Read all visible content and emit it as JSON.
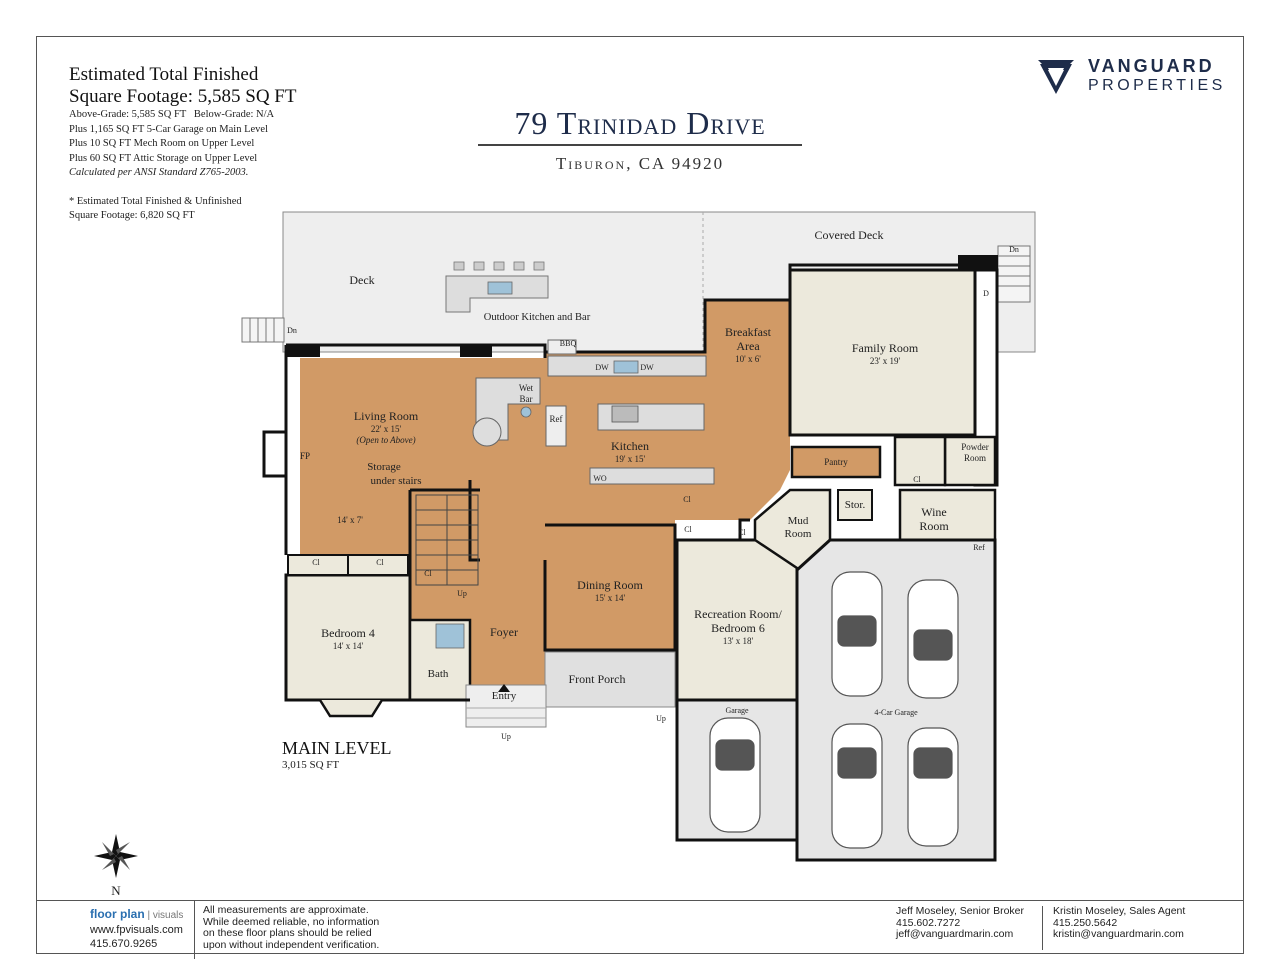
{
  "sqft": {
    "title_line1": "Estimated Total Finished",
    "title_line2": "Square Footage: 5,585 SQ FT",
    "details": [
      "Above-Grade: 5,585 SQ FT   Below-Grade: N/A",
      "Plus 1,165 SQ FT 5-Car Garage on Main Level",
      "Plus 10 SQ FT Mech Room on Upper Level",
      "Plus 60 SQ FT Attic Storage on Upper Level"
    ],
    "standard": "Calculated per ANSI Standard Z765-2003.",
    "note_line1": "* Estimated Total Finished & Unfinished",
    "note_line2": "Square Footage: 6,820 SQ FT"
  },
  "property": {
    "address": "79 Trinidad Drive",
    "city": "Tiburon, CA 94920"
  },
  "brand": {
    "line1": "VANGUARD",
    "line2": "PROPERTIES",
    "color": "#1e2c4a"
  },
  "rooms": {
    "deck": "Deck",
    "covered_deck": "Covered Deck",
    "outdoor_kitchen": "Outdoor Kitchen and Bar",
    "bbq": "BBQ",
    "breakfast_line1": "Breakfast",
    "breakfast_line2": "Area",
    "breakfast_dim": "10' x 6'",
    "family_room": "Family Room",
    "family_dim": "23' x 19'",
    "living_room": "Living Room",
    "living_dim": "22' x 15'",
    "living_note": "(Open to Above)",
    "wet_bar_line1": "Wet",
    "wet_bar_line2": "Bar",
    "ref": "Ref",
    "dw": "DW",
    "kitchen": "Kitchen",
    "kitchen_dim": "19' x 15'",
    "wo": "WO",
    "pantry": "Pantry",
    "powder_line1": "Powder",
    "powder_line2": "Room",
    "cl": "Cl",
    "fp": "FP",
    "storage_line1": "Storage",
    "storage_line2": "under stairs",
    "storage_dim": "14' x 7'",
    "stor": "Stor.",
    "wine_line1": "Wine",
    "wine_line2": "Room",
    "mud_line1": "Mud",
    "mud_line2": "Room",
    "dining_room": "Dining Room",
    "dining_dim": "15' x 14'",
    "rec_line1": "Recreation Room/",
    "rec_line2": "Bedroom 6",
    "rec_dim": "13' x 18'",
    "bedroom4": "Bedroom 4",
    "bedroom4_dim": "14' x 14'",
    "bath": "Bath",
    "foyer": "Foyer",
    "entry": "Entry",
    "front_porch": "Front Porch",
    "up": "Up",
    "dn": "Dn",
    "d": "D",
    "garage": "Garage",
    "four_car_garage": "4-Car Garage"
  },
  "level": {
    "name": "MAIN LEVEL",
    "sqft": "3,015 SQ FT"
  },
  "compass": {
    "north": "N"
  },
  "footer": {
    "logo_main": "floor plan",
    "logo_sub": "visuals",
    "website": "www.fpvisuals.com",
    "phone": "415.670.9265",
    "disclaimer": [
      "All measurements are approximate.",
      "While deemed reliable, no information",
      "on these floor plans should be relied",
      "upon without independent verification."
    ],
    "agent1": {
      "name": "Jeff Moseley, Senior Broker",
      "phone": "415.602.7272",
      "email": "jeff@vanguardmarin.com"
    },
    "agent2": {
      "name": "Kristin Moseley, Sales Agent",
      "phone": "415.250.5642",
      "email": "kristin@vanguardmarin.com"
    }
  },
  "colors": {
    "wood_floor": "#d19a66",
    "tile_floor": "#ece9dc",
    "deck": "#eeeeee",
    "garage": "#e6e6e6",
    "wall": "#111111"
  }
}
